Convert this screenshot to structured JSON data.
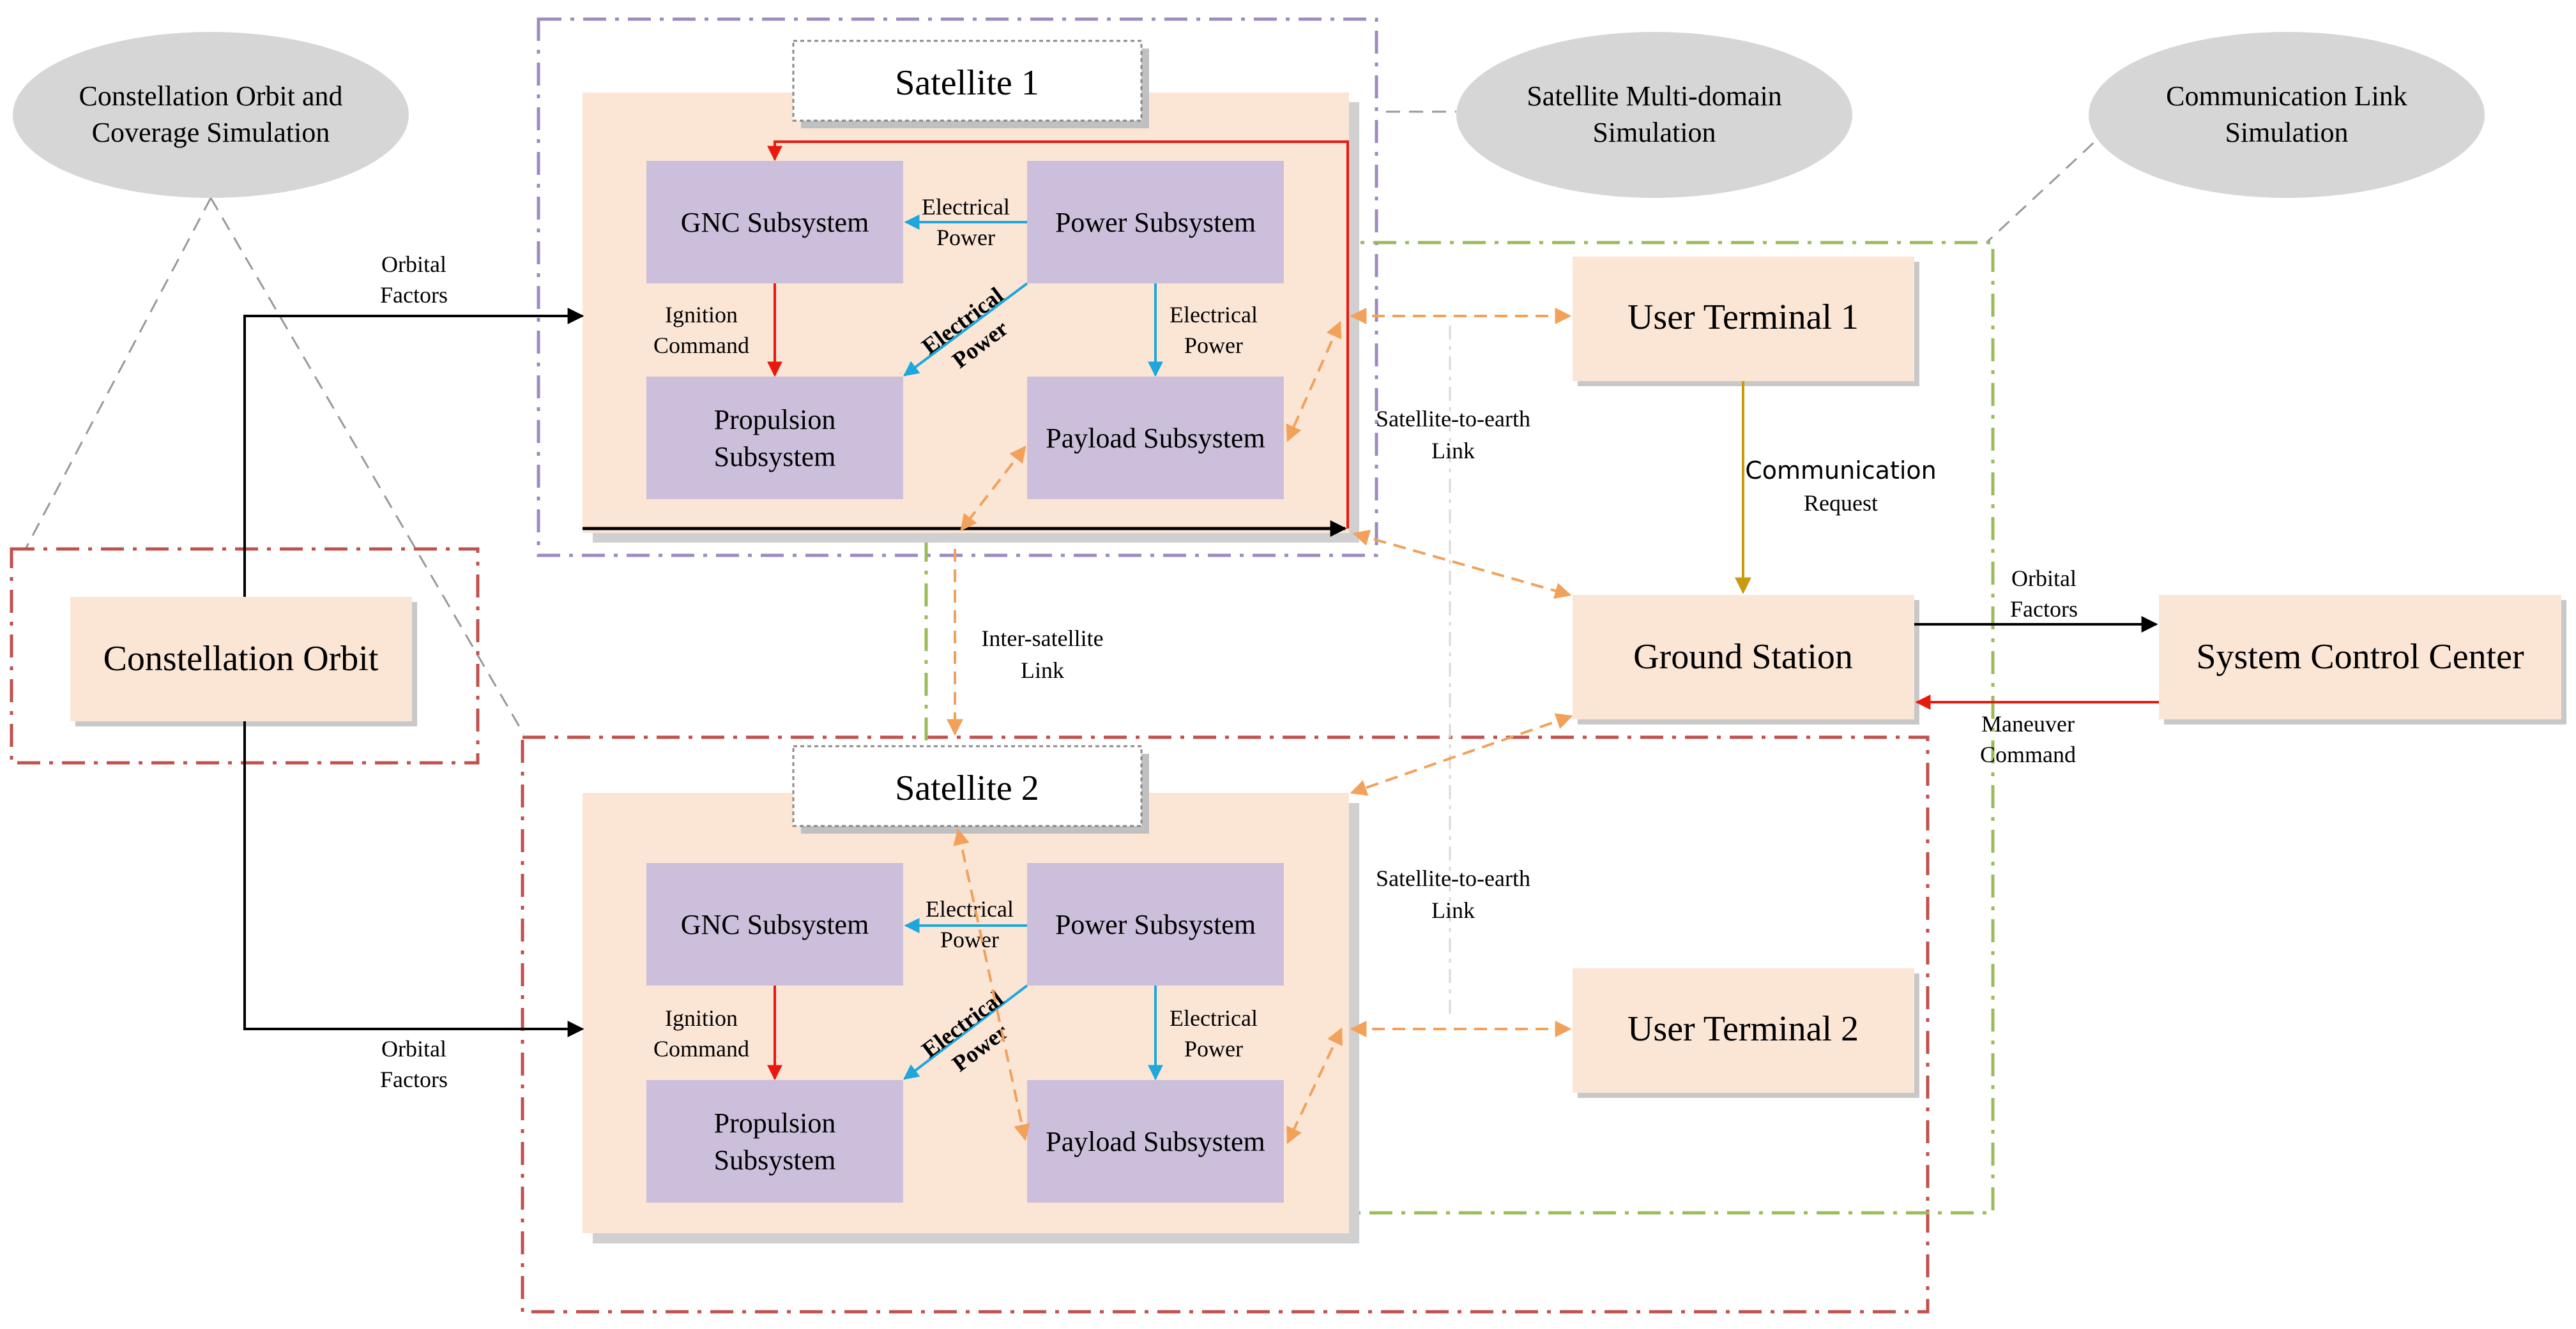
{
  "ellipses": {
    "constellation_sim": [
      "Constellation Orbit and",
      "Coverage Simulation"
    ],
    "multidomain_sim": [
      "Satellite Multi-domain",
      "Simulation"
    ],
    "comm_link_sim": [
      "Communication Link",
      "Simulation"
    ]
  },
  "satellite1": {
    "title": "Satellite 1",
    "gnc": "GNC Subsystem",
    "power": "Power Subsystem",
    "propulsion": [
      "Propulsion",
      "Subsystem"
    ],
    "payload": "Payload Subsystem",
    "lbl_power_to_gnc": [
      "Electrical",
      "Power"
    ],
    "lbl_ignition": [
      "Ignition",
      "Command"
    ],
    "lbl_power_diag": [
      "Electrical",
      "Power"
    ],
    "lbl_power_to_payload": [
      "Electrical",
      "Power"
    ]
  },
  "satellite2": {
    "title": "Satellite 2",
    "gnc": "GNC Subsystem",
    "power": "Power Subsystem",
    "propulsion": [
      "Propulsion",
      "Subsystem"
    ],
    "payload": "Payload Subsystem",
    "lbl_power_to_gnc": [
      "Electrical",
      "Power"
    ],
    "lbl_ignition": [
      "Ignition",
      "Command"
    ],
    "lbl_power_diag": [
      "Electrical",
      "Power"
    ],
    "lbl_power_to_payload": [
      "Electrical",
      "Power"
    ]
  },
  "nodes": {
    "constellation_orbit": "Constellation Orbit",
    "user_terminal_1": "User Terminal 1",
    "user_terminal_2": "User Terminal 2",
    "ground_station": "Ground Station",
    "system_control_center": "System Control Center"
  },
  "labels": {
    "orbital_factors_top": [
      "Orbital",
      "Factors"
    ],
    "orbital_factors_bottom": [
      "Orbital",
      "Factors"
    ],
    "sat_to_earth_1": [
      "Satellite-to-earth",
      "Link"
    ],
    "sat_to_earth_2": [
      "Satellite-to-earth",
      "Link"
    ],
    "inter_satellite": [
      "Inter-satellite",
      "Link"
    ],
    "communication": "Communication",
    "request": "Request",
    "orbital_factors_gs": [
      "Orbital",
      "Factors"
    ],
    "maneuver_command": [
      "Maneuver",
      "Command"
    ]
  },
  "colors": {
    "satellite_fill": "#fbe6d6",
    "subsystem_fill": "#cbbfdb",
    "node_fill": "#fbe6d6",
    "ellipse_fill": "#d6d6d6",
    "red": "#e8190f",
    "blue": "#1ea7dc",
    "orange": "#f2a15a",
    "gold": "#c89a0c",
    "purple_frame": "#9d8ac0",
    "red_frame": "#c0504d",
    "green_frame": "#9bbb59",
    "gray": "#999999"
  }
}
